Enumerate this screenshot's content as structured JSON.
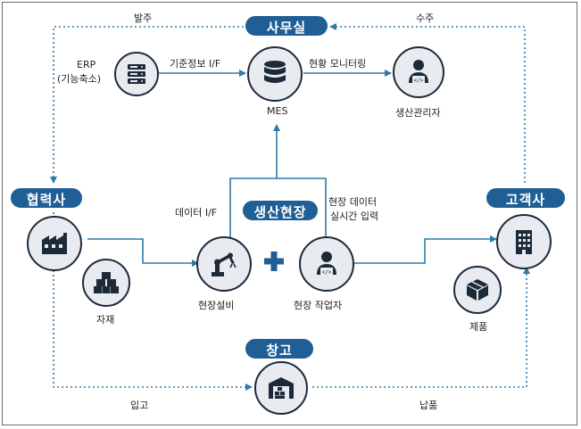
{
  "zones": {
    "office": "사무실",
    "partner": "협력사",
    "customer": "고객사",
    "field": "생산현장",
    "warehouse": "창고"
  },
  "nodes": {
    "erp": {
      "label_line1": "ERP",
      "label_line2": "(기능축소)",
      "icon": "server-icon"
    },
    "mes": {
      "label": "MES",
      "icon": "database-icon"
    },
    "manager": {
      "label": "생산관리자",
      "icon": "developer-person-icon"
    },
    "partner": {
      "icon": "factory-icon"
    },
    "material": {
      "label": "자재",
      "icon": "boxes-icon"
    },
    "equipment": {
      "label": "현장설비",
      "icon": "robot-arm-icon"
    },
    "worker": {
      "label": "현장 작업자",
      "icon": "developer-person-icon"
    },
    "customer": {
      "icon": "building-icon"
    },
    "product": {
      "label": "제품",
      "icon": "package-icon"
    },
    "warehouse": {
      "icon": "warehouse-icon"
    }
  },
  "edges": {
    "order": "발주",
    "receive_order": "수주",
    "master_if": "기준정보 I/F",
    "monitoring": "현황 모니터링",
    "data_if": "데이터 I/F",
    "field_data_line1": "현장 데이터",
    "field_data_line2": "실시간 입력",
    "inbound": "입고",
    "delivery": "납품"
  },
  "colors": {
    "pill": "#1f5f95",
    "flow": "#2e7aa8",
    "node_fill": "#e8ebef",
    "node_border": "#1d2a3a",
    "plus": "#1f5f95"
  }
}
